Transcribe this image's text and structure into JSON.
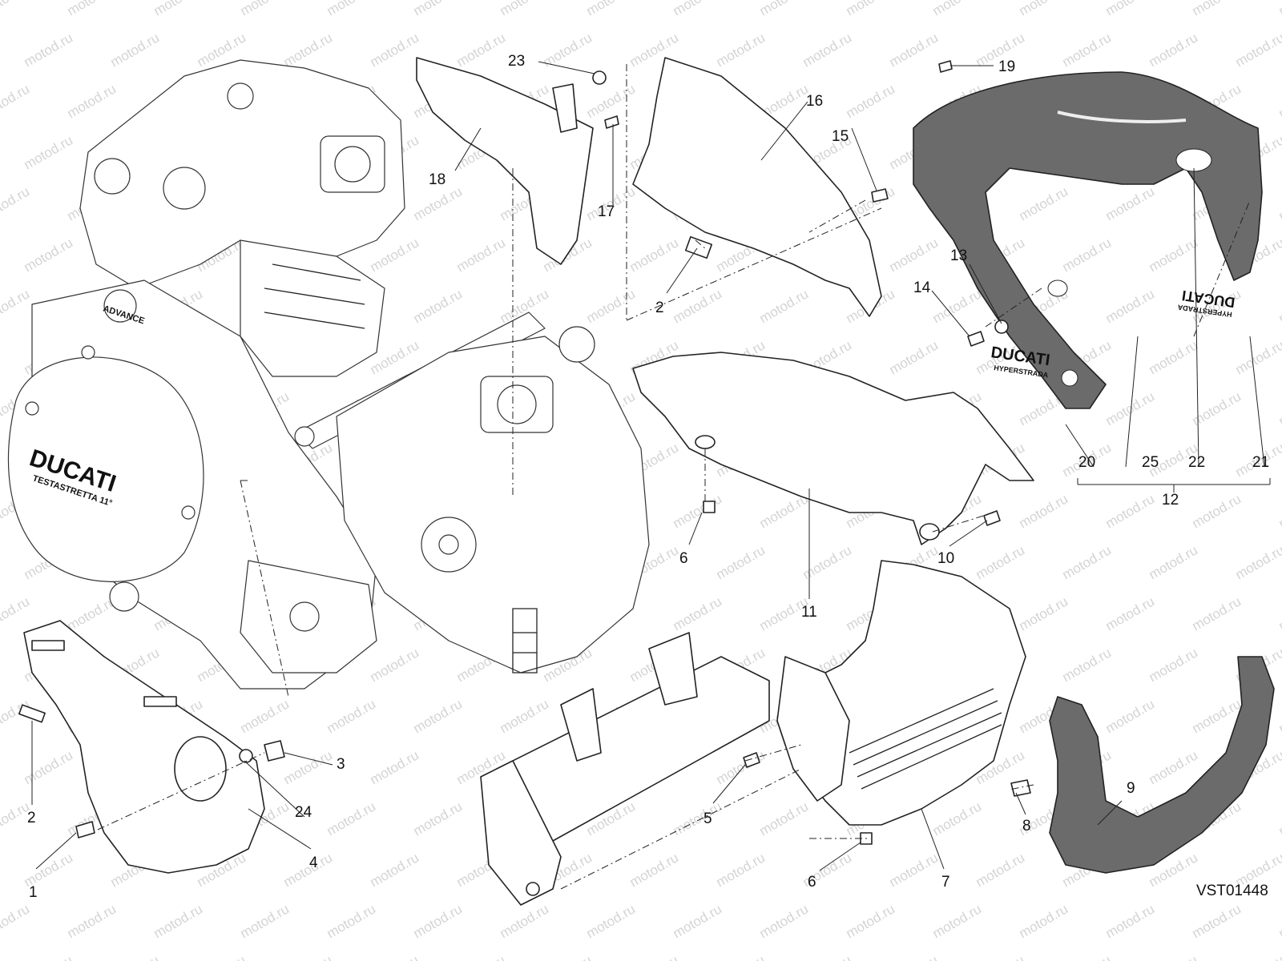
{
  "diagram": {
    "drawing_code": "VST01448",
    "watermark_text": "motod.ru",
    "engine_cover_brand": "DUCATI",
    "engine_cover_model": "TESTASTRETTA 11°",
    "ad_badge": "ADVANCE",
    "fairing_decal_brand": "DUCATI",
    "fairing_decal_model": "HYPERSTRADA",
    "colors": {
      "line": "#222222",
      "dark_part": "#6b6b6b",
      "background": "#ffffff",
      "watermark": "#d4d4d4"
    },
    "callouts": {
      "c1": "1",
      "c2a": "2",
      "c2b": "2",
      "c3": "3",
      "c4": "4",
      "c5": "5",
      "c6a": "6",
      "c6b": "6",
      "c7": "7",
      "c8": "8",
      "c9": "9",
      "c10": "10",
      "c11": "11",
      "c12": "12",
      "c13": "13",
      "c14": "14",
      "c15": "15",
      "c16": "16",
      "c17": "17",
      "c18": "18",
      "c19": "19",
      "c20": "20",
      "c21": "21",
      "c22": "22",
      "c23": "23",
      "c24": "24",
      "c25": "25"
    }
  }
}
